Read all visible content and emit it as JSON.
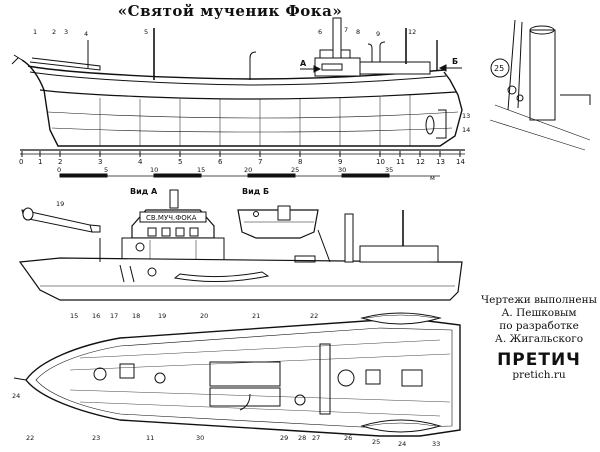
{
  "title": "«Святой мученик Фока»",
  "views": {
    "view_a": "Вид А",
    "view_b": "Вид Б",
    "arrow_a": "А",
    "arrow_b": "Б",
    "nameplate": "СВ.МУЧ.ФОКА",
    "detail_number": "25"
  },
  "frame_scale": [
    "0",
    "1",
    "2",
    "3",
    "4",
    "5",
    "6",
    "7",
    "8",
    "9",
    "10",
    "11",
    "12",
    "13",
    "14"
  ],
  "meter_scale": [
    "0",
    "5",
    "10",
    "15",
    "20",
    "25",
    "30",
    "35"
  ],
  "meter_unit": "м",
  "callouts_top": [
    "1",
    "2",
    "3",
    "4",
    "5",
    "6",
    "7",
    "8",
    "9",
    "12",
    "13",
    "14"
  ],
  "callouts_plan_top": [
    "15",
    "16",
    "17",
    "18",
    "19",
    "20",
    "21",
    "22"
  ],
  "callouts_plan_bottom": [
    "24",
    "22",
    "23",
    "11",
    "30",
    "29",
    "28",
    "27",
    "26",
    "25",
    "24",
    "33"
  ],
  "callout_19": "19",
  "credits": {
    "line1": "Чертежи выполнены",
    "line2": "А. Пешковым",
    "line3": "по разработке",
    "line4": "А. Жигальского"
  },
  "logo": "ПРЕТИЧ",
  "site": "pretich.ru"
}
